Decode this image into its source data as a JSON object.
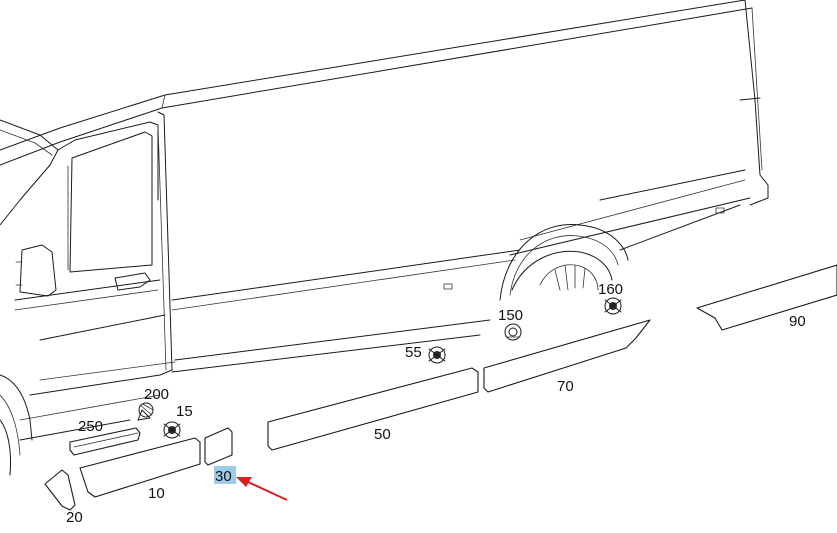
{
  "colors": {
    "line": "#1a1a1a",
    "highlight": "#9ecbe8",
    "arrow": "#d42222"
  },
  "highlighted_part": "30",
  "parts": [
    {
      "id": "p10",
      "label": "10"
    },
    {
      "id": "p15",
      "label": "15"
    },
    {
      "id": "p20",
      "label": "20"
    },
    {
      "id": "p30",
      "label": "30"
    },
    {
      "id": "p50",
      "label": "50"
    },
    {
      "id": "p55",
      "label": "55"
    },
    {
      "id": "p70",
      "label": "70"
    },
    {
      "id": "p90",
      "label": "90"
    },
    {
      "id": "p150",
      "label": "150"
    },
    {
      "id": "p160",
      "label": "160"
    },
    {
      "id": "p200",
      "label": "200"
    },
    {
      "id": "p250",
      "label": "250"
    }
  ]
}
